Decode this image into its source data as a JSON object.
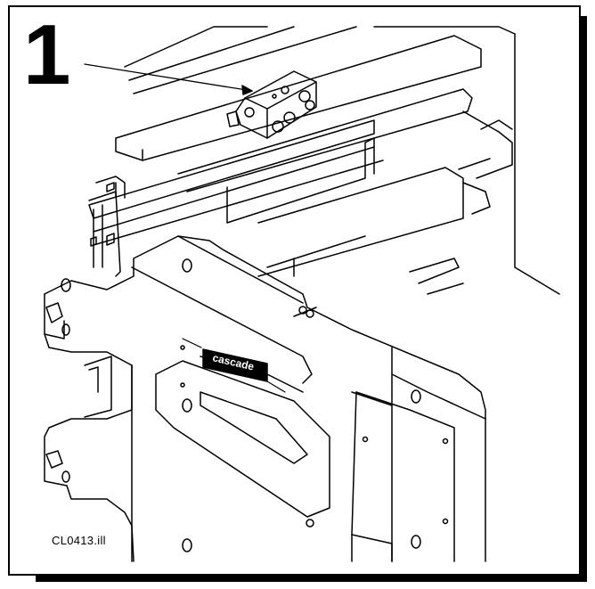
{
  "figure": {
    "number": "1",
    "file_label": "CL0413.ill",
    "brand_text": "cascade"
  },
  "colors": {
    "line": "#000000",
    "background": "#ffffff",
    "frame_shadow": "#000000"
  }
}
